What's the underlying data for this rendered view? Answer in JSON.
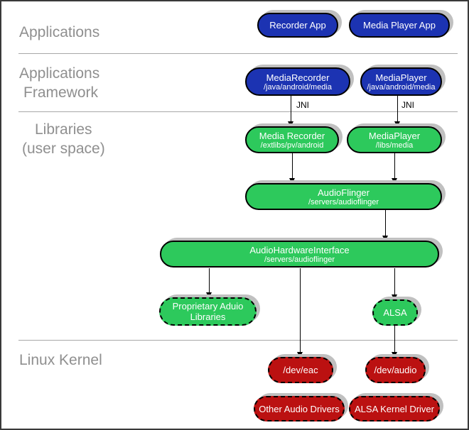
{
  "layers": {
    "applications": "Applications",
    "framework_l1": "Applications",
    "framework_l2": "Framework",
    "libraries_l1": "Libraries",
    "libraries_l2": "(user space)",
    "kernel": "Linux Kernel"
  },
  "annotations": {
    "jni_left": "JNI",
    "jni_right": "JNI"
  },
  "nodes": {
    "recorder_app": {
      "label": "Recorder App"
    },
    "media_player_app": {
      "label": "Media Player App"
    },
    "mediarecorder_fw": {
      "label": "MediaRecorder",
      "sub": "/java/android/media"
    },
    "mediaplayer_fw": {
      "label": "MediaPlayer",
      "sub": "/java/android/media"
    },
    "media_recorder_lib": {
      "label": "Media Recorder",
      "sub": "/extlibs/pv/android"
    },
    "mediaplayer_lib": {
      "label": "MediaPlayer",
      "sub": "/libs/media"
    },
    "audioflinger": {
      "label": "AudioFlinger",
      "sub": "/servers/audioflinger"
    },
    "audiohwinterface": {
      "label": "AudioHardwareInterface",
      "sub": "/servers/audioflinger"
    },
    "proprietary": {
      "label": "Proprietary Aduio",
      "label2": "Libraries"
    },
    "alsa": {
      "label": "ALSA"
    },
    "dev_eac": {
      "label": "/dev/eac"
    },
    "dev_audio": {
      "label": "/dev/audio"
    },
    "other_drivers": {
      "label": "Other Audio Drivers"
    },
    "alsa_driver": {
      "label": "ALSA Kernel Driver"
    }
  },
  "colors": {
    "app_blue": "#1c33b2",
    "lib_green": "#2dc95c",
    "kernel_red": "#bb1111",
    "shadow": "#c0c0c0",
    "divider": "#a8a8a8",
    "label_gray": "#8f8f8f"
  }
}
